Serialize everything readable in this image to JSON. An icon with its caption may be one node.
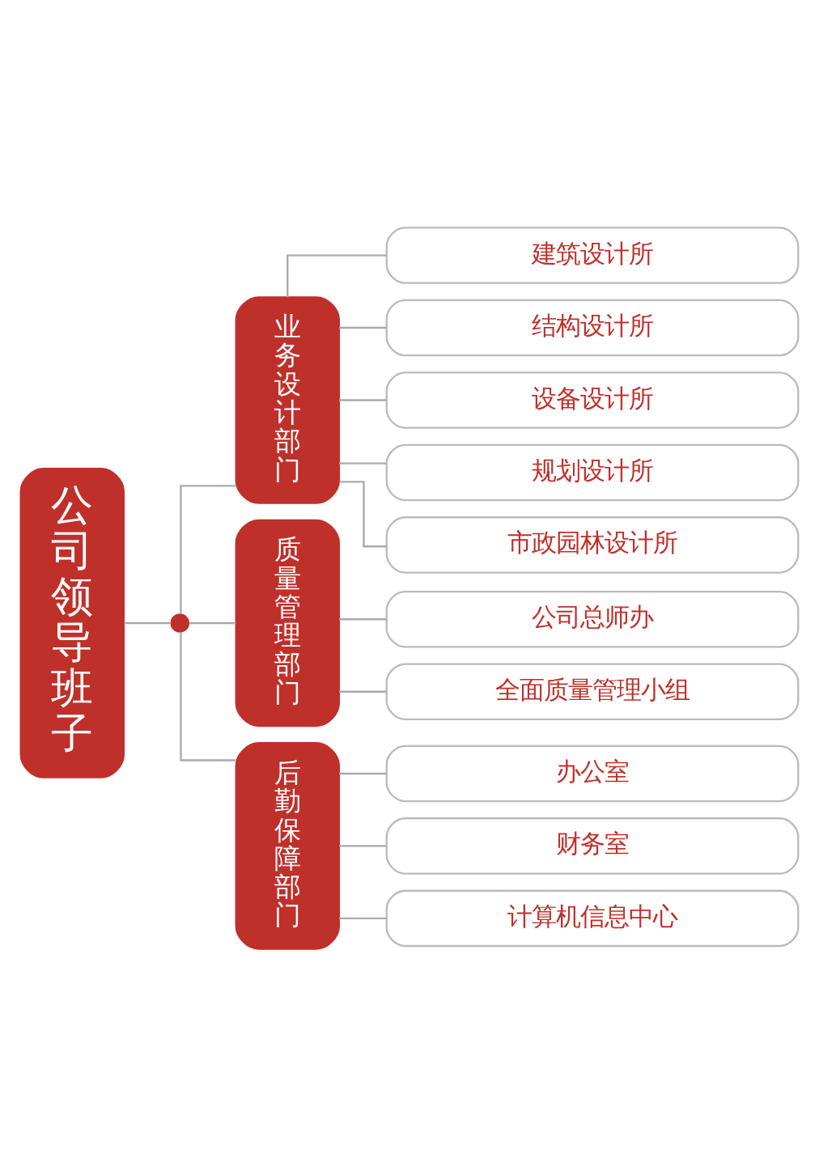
{
  "diagram": {
    "nodes": [
      {
        "text": [
          "公司领导班子"
        ]
      },
      {
        "text": [],
        "shape": "circle"
      },
      {
        "text": [
          "业务设计部门"
        ]
      },
      {
        "text": [
          "建筑设计所"
        ]
      },
      {
        "text": [
          "结构设计所"
        ]
      },
      {
        "text": [
          "设备设计所"
        ]
      },
      {
        "text": [
          "规划设计所"
        ]
      },
      {
        "text": [
          "市政园林设计所"
        ]
      },
      {
        "text": [
          "质量管理部门"
        ]
      },
      {
        "text": [
          "公司总师办"
        ]
      },
      {
        "text": [
          "全面质量管理小组"
        ]
      },
      {
        "text": [
          "后勤保障部门"
        ]
      },
      {
        "text": [
          "办公室"
        ]
      },
      {
        "text": [
          "财务室"
        ]
      },
      {
        "text": [
          "计算机信息中心"
        ]
      }
    ],
    "edges": [
      {
        "from": 0,
        "to": 1,
        "arrow": "none"
      },
      {
        "from": 1,
        "to": 2,
        "arrow": "none"
      },
      {
        "from": 1,
        "to": 8,
        "arrow": "none"
      },
      {
        "from": 1,
        "to": 11,
        "arrow": "none"
      },
      {
        "from": 2,
        "to": 3,
        "arrow": "none"
      },
      {
        "from": 2,
        "to": 4,
        "arrow": "none"
      },
      {
        "from": 2,
        "to": 5,
        "arrow": "none"
      },
      {
        "from": 2,
        "to": 6,
        "arrow": "none"
      },
      {
        "from": 2,
        "to": 7,
        "arrow": "none"
      },
      {
        "from": 8,
        "to": 9,
        "arrow": "none"
      },
      {
        "from": 8,
        "to": 10,
        "arrow": "none"
      },
      {
        "from": 11,
        "to": 12,
        "arrow": "none"
      },
      {
        "from": 11,
        "to": 13,
        "arrow": "none"
      },
      {
        "from": 11,
        "to": 14,
        "arrow": "none"
      }
    ]
  }
}
